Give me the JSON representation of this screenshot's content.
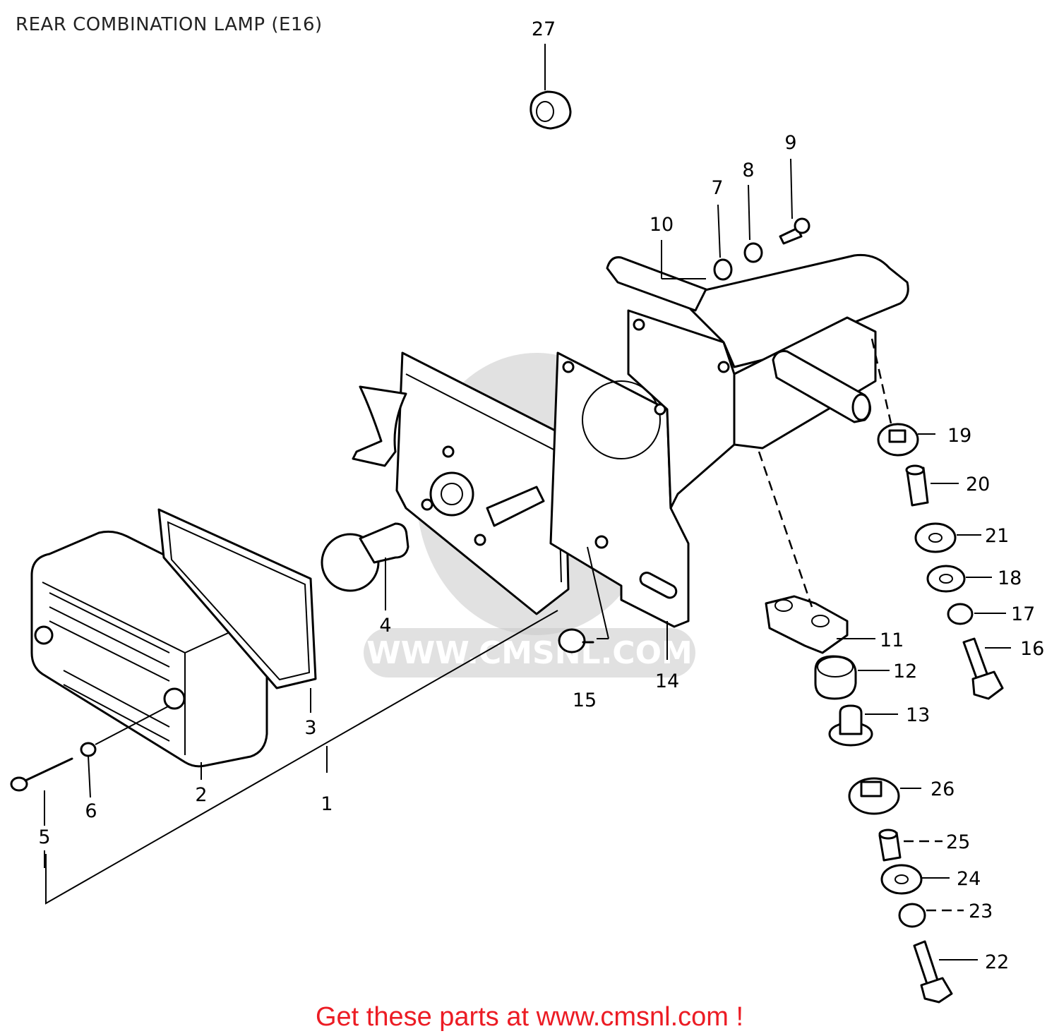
{
  "title": "REAR COMBINATION LAMP (E16)",
  "footer_link": "Get these parts at www.cmsnl.com !",
  "watermark_text": "WWW.CMSNL.COM",
  "callouts": [
    "1",
    "2",
    "3",
    "4",
    "5",
    "6",
    "7",
    "8",
    "9",
    "10",
    "11",
    "12",
    "13",
    "14",
    "15",
    "16",
    "17",
    "18",
    "19",
    "20",
    "21",
    "22",
    "23",
    "24",
    "25",
    "26",
    "27"
  ],
  "colors": {
    "footer": "#ec1c24",
    "ink": "#000000",
    "watermark": "#c8c8c8"
  }
}
